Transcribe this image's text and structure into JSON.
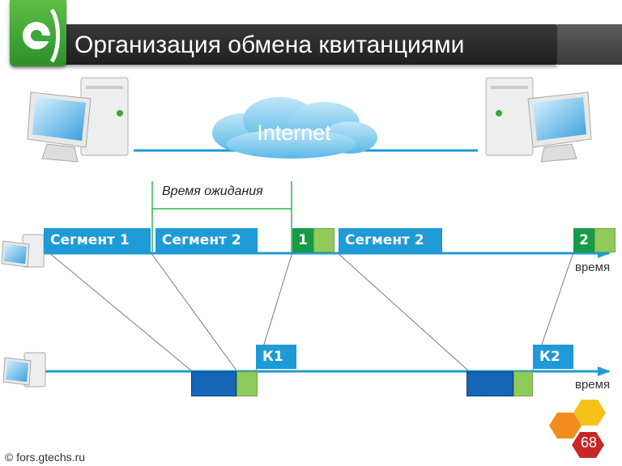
{
  "header": {
    "title": "Организация обмена квитанциями"
  },
  "network": {
    "cloud_label": "Internet"
  },
  "diagram": {
    "wait_label": "Время ожидания",
    "sender_row": {
      "segment1": "Сегмент 1",
      "segment2": "Сегмент 2",
      "segment2_resend": "Сегмент 2",
      "num1": "1",
      "num2": "2",
      "time_label": "время"
    },
    "receiver_row": {
      "ack1": "К1",
      "ack2": "К2",
      "time_label": "время"
    },
    "colors": {
      "segment": "#1e9ad6",
      "number": "#179a48",
      "ack_green": "#8fcb5c",
      "ack_blue": "#1565b8"
    }
  },
  "footer": {
    "site": "© fors.gtechs.ru",
    "page_number": "68"
  }
}
